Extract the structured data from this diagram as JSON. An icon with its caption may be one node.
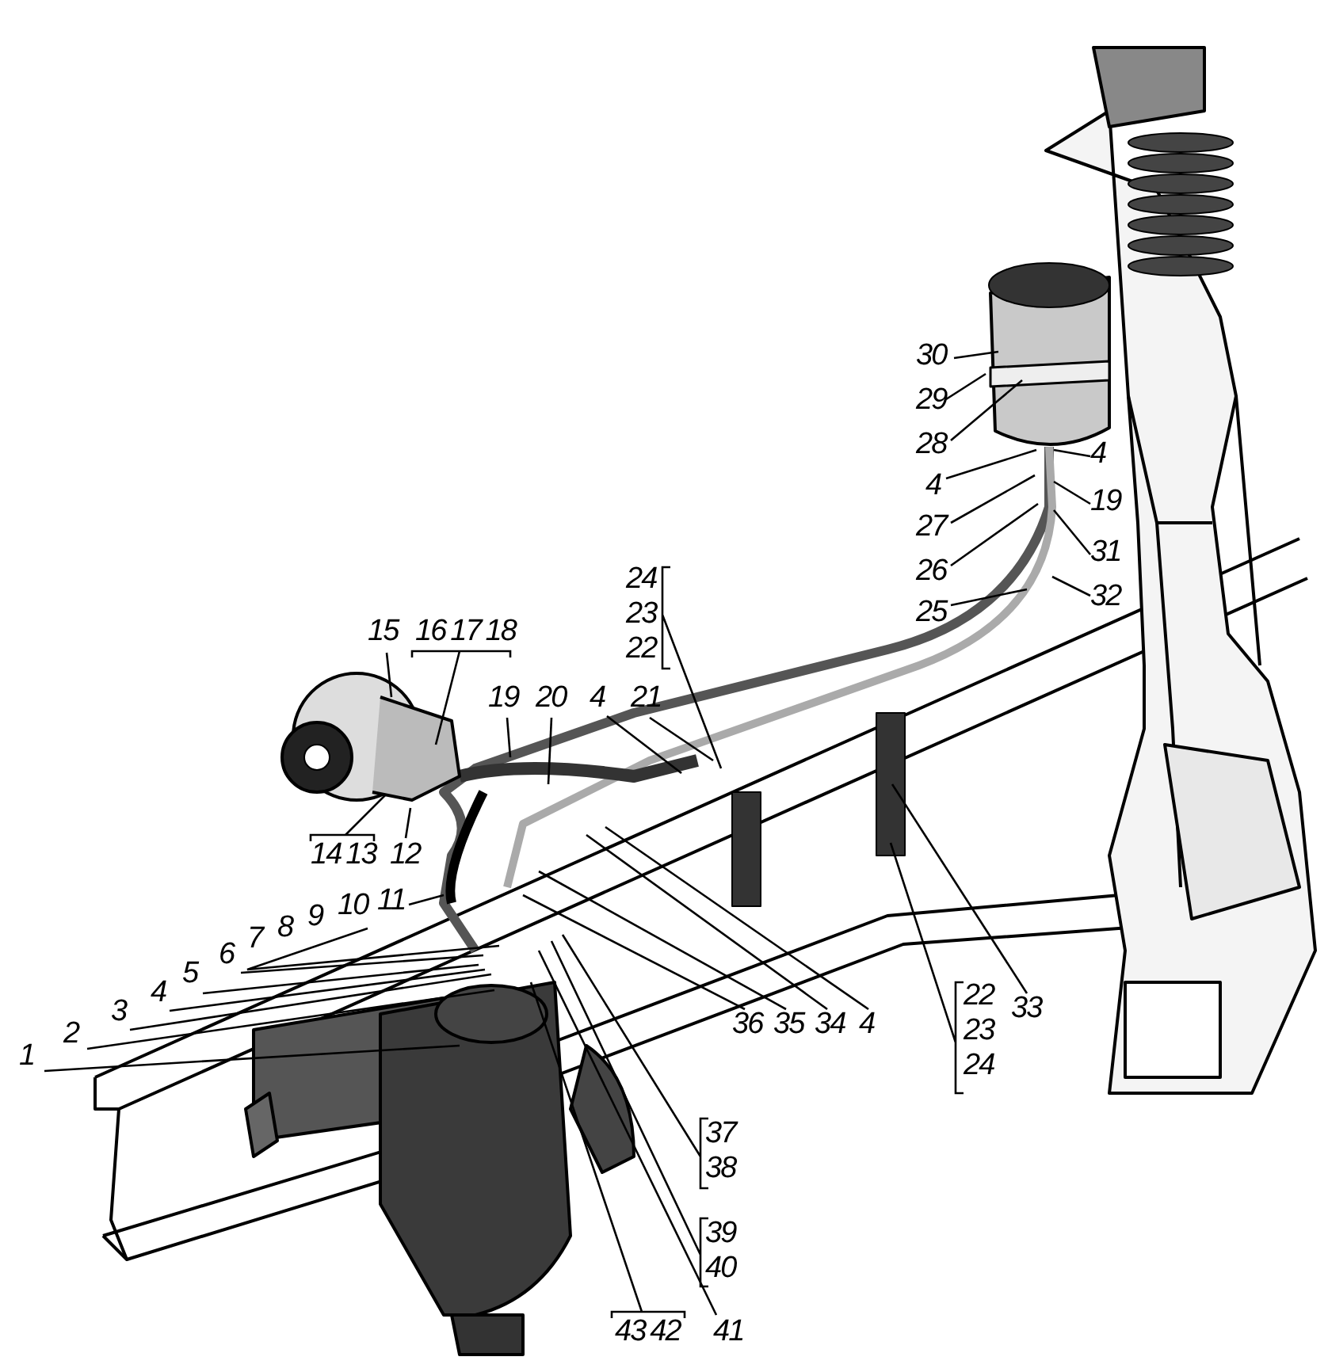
{
  "diagram": {
    "nodes": [
      {
        "text": [
          "30"
        ]
      },
      {
        "text": [
          "29"
        ]
      },
      {
        "text": [
          "28"
        ]
      },
      {
        "text": [
          "4"
        ]
      },
      {
        "text": [
          "4"
        ]
      },
      {
        "text": [
          "27"
        ]
      },
      {
        "text": [
          "19"
        ]
      },
      {
        "text": [
          "26"
        ]
      },
      {
        "text": [
          "31"
        ]
      },
      {
        "text": [
          "25"
        ]
      },
      {
        "text": [
          "32"
        ]
      },
      {
        "text": [
          "24",
          "23",
          "22"
        ]
      },
      {
        "text": [
          "15"
        ]
      },
      {
        "text": [
          "16",
          "17",
          "18"
        ]
      },
      {
        "text": [
          "19"
        ]
      },
      {
        "text": [
          "20"
        ]
      },
      {
        "text": [
          "4"
        ]
      },
      {
        "text": [
          "21"
        ]
      },
      {
        "text": [
          "14",
          "13"
        ]
      },
      {
        "text": [
          "12"
        ]
      },
      {
        "text": [
          "11"
        ]
      },
      {
        "text": [
          "7",
          "8",
          "9",
          "10"
        ]
      },
      {
        "text": [
          "6"
        ]
      },
      {
        "text": [
          "5"
        ]
      },
      {
        "text": [
          "4"
        ]
      },
      {
        "text": [
          "3"
        ]
      },
      {
        "text": [
          "2"
        ]
      },
      {
        "text": [
          "1"
        ]
      },
      {
        "text": [
          "36"
        ]
      },
      {
        "text": [
          "35"
        ]
      },
      {
        "text": [
          "34"
        ]
      },
      {
        "text": [
          "4"
        ]
      },
      {
        "text": [
          "33"
        ]
      },
      {
        "text": [
          "22",
          "23",
          "24"
        ]
      },
      {
        "text": [
          "37",
          "38"
        ]
      },
      {
        "text": [
          "39",
          "40"
        ]
      },
      {
        "text": [
          "43",
          "42"
        ]
      },
      {
        "text": [
          "41"
        ]
      }
    ],
    "edges": [
      {
        "from": 0,
        "to": null,
        "arrow": "none"
      },
      {
        "from": 1,
        "to": null,
        "arrow": "none"
      },
      {
        "from": 2,
        "to": null,
        "arrow": "none"
      },
      {
        "from": 3,
        "to": null,
        "arrow": "none"
      },
      {
        "from": 4,
        "to": null,
        "arrow": "none"
      },
      {
        "from": 5,
        "to": null,
        "arrow": "none"
      },
      {
        "from": 6,
        "to": null,
        "arrow": "none"
      },
      {
        "from": 7,
        "to": null,
        "arrow": "none"
      },
      {
        "from": 8,
        "to": null,
        "arrow": "none"
      },
      {
        "from": 9,
        "to": null,
        "arrow": "none"
      },
      {
        "from": 10,
        "to": null,
        "arrow": "none"
      },
      {
        "from": 11,
        "to": null,
        "arrow": "none"
      },
      {
        "from": 12,
        "to": null,
        "arrow": "none"
      },
      {
        "from": 13,
        "to": null,
        "arrow": "none"
      },
      {
        "from": 14,
        "to": null,
        "arrow": "none"
      },
      {
        "from": 15,
        "to": null,
        "arrow": "none"
      },
      {
        "from": 16,
        "to": null,
        "arrow": "none"
      },
      {
        "from": 17,
        "to": null,
        "arrow": "none"
      },
      {
        "from": 18,
        "to": null,
        "arrow": "none"
      },
      {
        "from": 19,
        "to": null,
        "arrow": "none"
      },
      {
        "from": 20,
        "to": null,
        "arrow": "none"
      },
      {
        "from": 21,
        "to": null,
        "arrow": "none"
      },
      {
        "from": 22,
        "to": null,
        "arrow": "none"
      },
      {
        "from": 23,
        "to": null,
        "arrow": "none"
      },
      {
        "from": 24,
        "to": null,
        "arrow": "none"
      },
      {
        "from": 25,
        "to": null,
        "arrow": "none"
      },
      {
        "from": 26,
        "to": null,
        "arrow": "none"
      },
      {
        "from": 27,
        "to": null,
        "arrow": "none"
      },
      {
        "from": 28,
        "to": null,
        "arrow": "none"
      },
      {
        "from": 29,
        "to": null,
        "arrow": "none"
      },
      {
        "from": 30,
        "to": null,
        "arrow": "none"
      },
      {
        "from": 31,
        "to": null,
        "arrow": "none"
      },
      {
        "from": 32,
        "to": null,
        "arrow": "none"
      },
      {
        "from": 33,
        "to": null,
        "arrow": "none"
      },
      {
        "from": 34,
        "to": null,
        "arrow": "none"
      },
      {
        "from": 35,
        "to": null,
        "arrow": "none"
      },
      {
        "from": 36,
        "to": null,
        "arrow": "none"
      },
      {
        "from": 37,
        "to": null,
        "arrow": "none"
      }
    ]
  }
}
